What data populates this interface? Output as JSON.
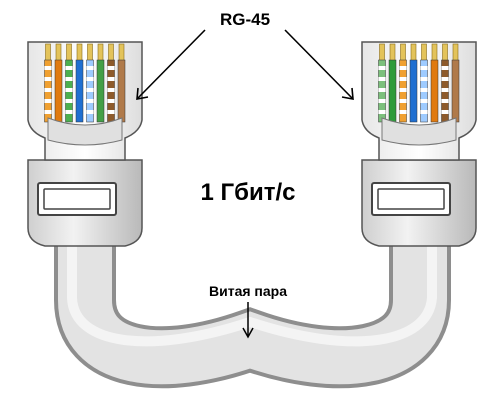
{
  "labels": {
    "connector": "RG-45",
    "speed": "1 Гбит/с",
    "cable": "Витая пара"
  },
  "colors": {
    "cable": "#d9d9d9",
    "cable_shadow": "#9a9a9a",
    "connector_body": "#eeeeee",
    "plug_outline": "#555555",
    "contact": "#e3c35a"
  },
  "wire_colors": {
    "left_connector": [
      "#f0a030",
      "#e07a10",
      "#4caf50",
      "#1f6fd1",
      "#9ecbff",
      "#43a047",
      "#8d5a2b",
      "#b07a4a"
    ],
    "right_connector": [
      "#7cc07c",
      "#2e9b3a",
      "#f0a030",
      "#1f6fd1",
      "#9ecbff",
      "#e07a10",
      "#8d5a2b",
      "#b07a4a"
    ]
  }
}
